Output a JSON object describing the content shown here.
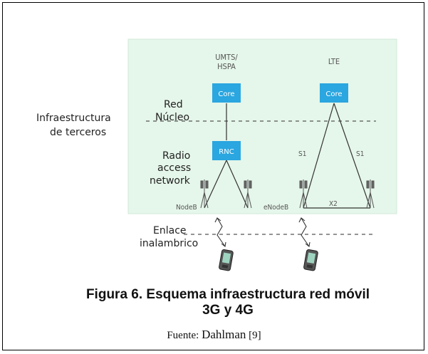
{
  "diagram": {
    "labels": {
      "umts": "UMTS/",
      "hspa": "HSPA",
      "lte": "LTE",
      "red": "Red",
      "nucleo": "Núcleo",
      "infra1": "Infraestructura",
      "infra2": "de terceros",
      "radio1": "Radio",
      "radio2": "access",
      "radio3": "network",
      "enlace1": "Enlace",
      "enlace2": "inalambrico",
      "core_left": "Core",
      "core_right": "Core",
      "rnc": "RNC",
      "s1_left": "S1",
      "s1_right": "S1",
      "x2": "X2",
      "nodeb": "NodeB",
      "enodeb": "eNodeB"
    },
    "colors": {
      "panel": "#e5f6ea",
      "box": "#2aa6e0",
      "line": "#333333"
    }
  },
  "caption": {
    "line1": "Figura 6.  Esquema infraestructura red móvil",
    "line2": "3G y 4G"
  },
  "source": {
    "prefix": "Fuente: ",
    "author": "Dahlman",
    "ref": " [9]"
  }
}
